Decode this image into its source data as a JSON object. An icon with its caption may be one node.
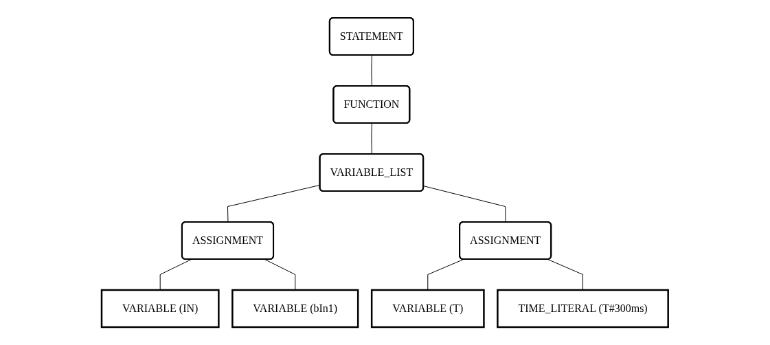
{
  "diagram": {
    "nodes": [
      {
        "text": [
          "STATEMENT"
        ]
      },
      {
        "text": [
          "FUNCTION"
        ]
      },
      {
        "text": [
          "VARIABLE_LIST"
        ]
      },
      {
        "text": [
          "ASSIGNMENT"
        ]
      },
      {
        "text": [
          "ASSIGNMENT"
        ]
      },
      {
        "text": [
          "VARIABLE (IN)"
        ]
      },
      {
        "text": [
          "VARIABLE (bIn1)"
        ]
      },
      {
        "text": [
          "VARIABLE (T)"
        ]
      },
      {
        "text": [
          "TIME_LITERAL (T#300ms)"
        ]
      }
    ],
    "edges": [
      {
        "from": 0,
        "to": 1,
        "arrow": "none"
      },
      {
        "from": 1,
        "to": 2,
        "arrow": "none"
      },
      {
        "from": 2,
        "to": 3,
        "arrow": "none"
      },
      {
        "from": 2,
        "to": 4,
        "arrow": "none"
      },
      {
        "from": 3,
        "to": 5,
        "arrow": "none"
      },
      {
        "from": 3,
        "to": 6,
        "arrow": "none"
      },
      {
        "from": 4,
        "to": 7,
        "arrow": "none"
      },
      {
        "from": 4,
        "to": 8,
        "arrow": "none"
      }
    ]
  }
}
